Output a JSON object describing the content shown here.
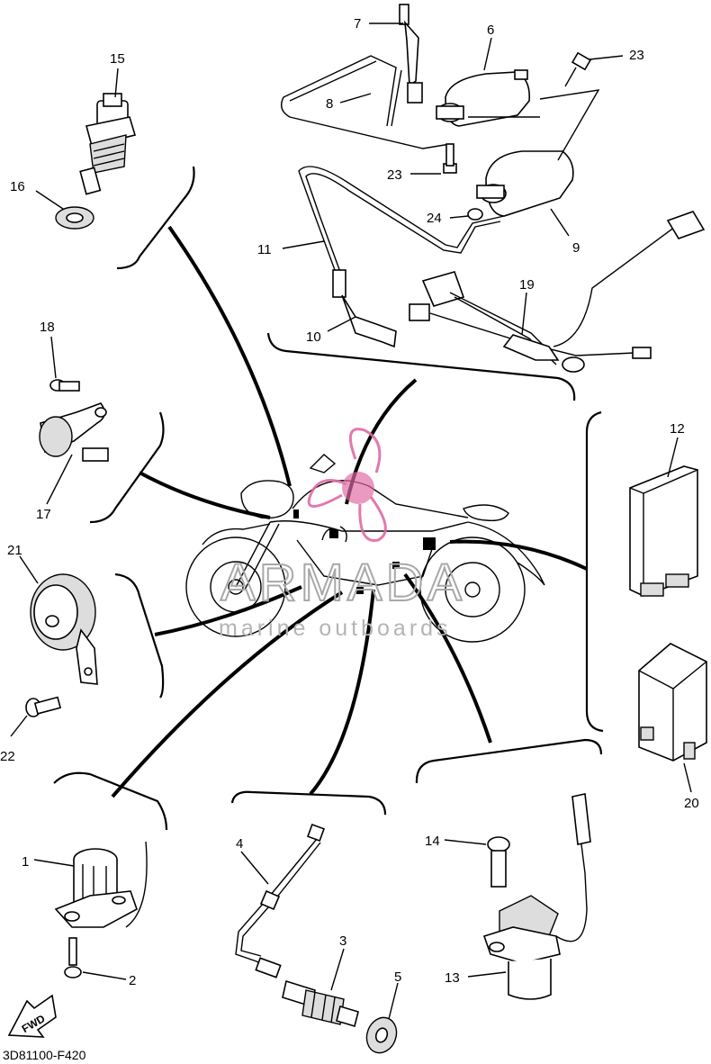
{
  "diagram": {
    "drawing_code": "3D81100-F420",
    "direction_marker": "FWD",
    "watermark": {
      "brand": "ARMADA",
      "tagline": "marine outboards",
      "logo_color": "#e06aa3"
    },
    "callouts": [
      "1",
      "2",
      "3",
      "4",
      "5",
      "6",
      "7",
      "8",
      "9",
      "10",
      "11",
      "12",
      "13",
      "14",
      "15",
      "16",
      "17",
      "18",
      "19",
      "20",
      "21",
      "22",
      "23",
      "23",
      "24"
    ]
  }
}
